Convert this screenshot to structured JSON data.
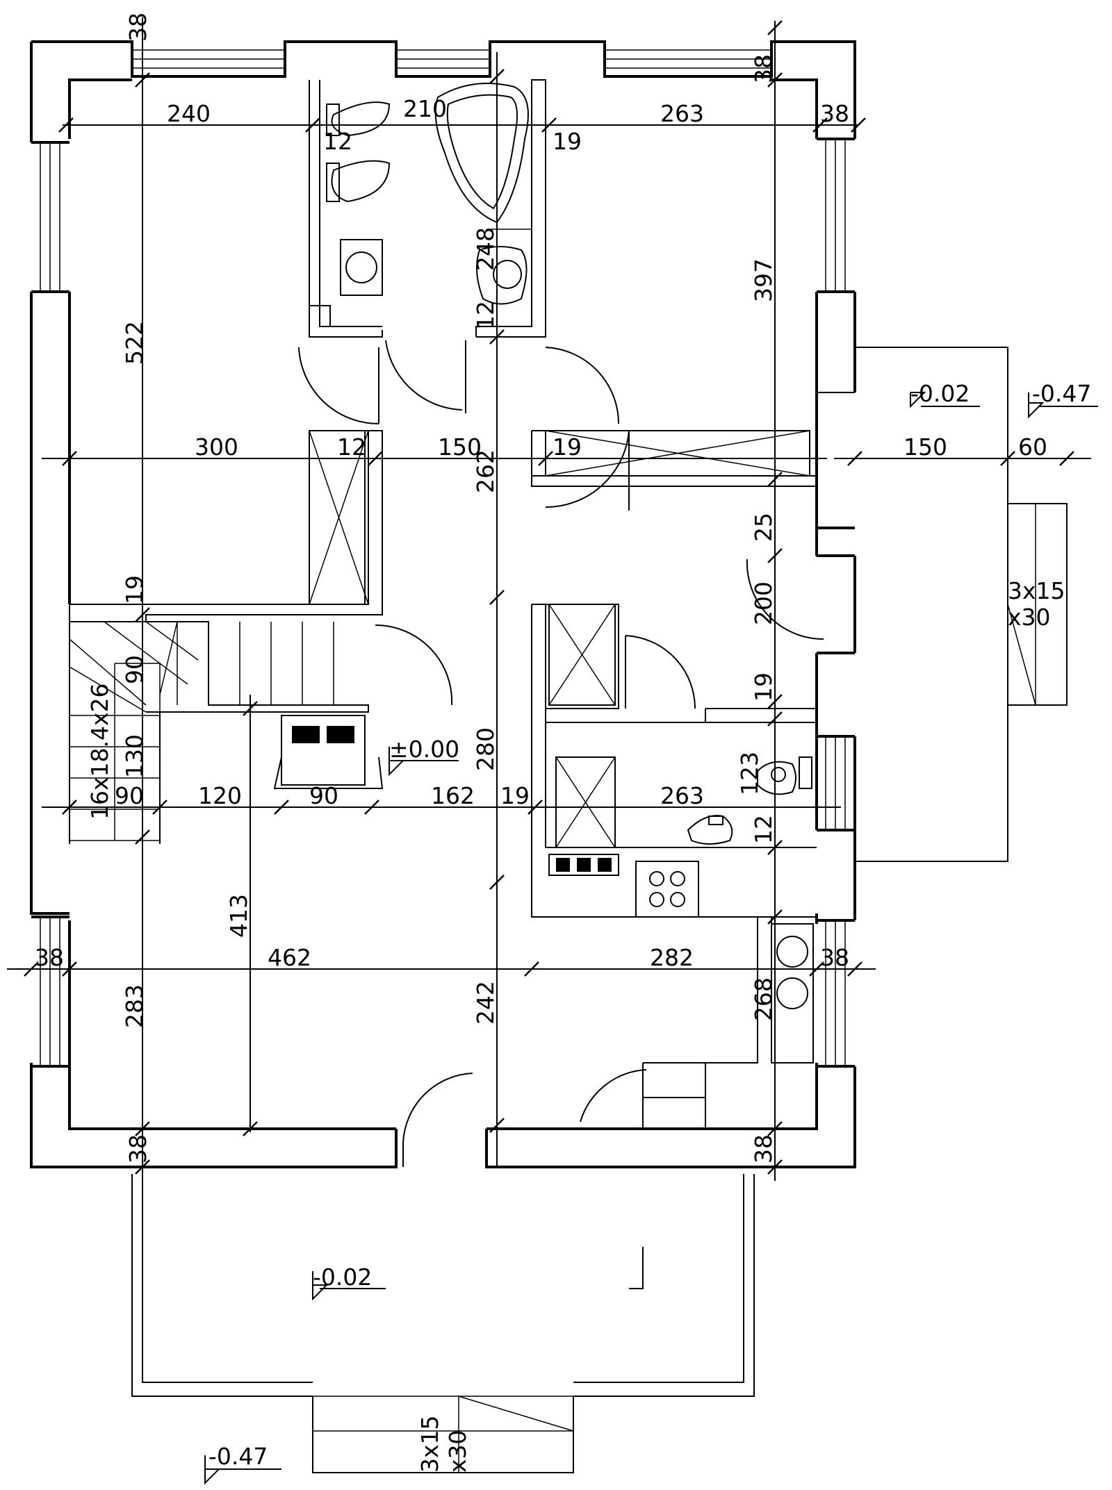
{
  "dims": {
    "d38_tl": "38",
    "d240": "240",
    "d12_bath": "12",
    "d210": "210",
    "d19_top": "19",
    "d263_top": "263",
    "d38_tr": "38",
    "d38_r1": "38",
    "d522": "522",
    "d248": "248",
    "d12_sink": "12",
    "d397": "397",
    "d300": "300",
    "d12_mid": "12",
    "d150": "150",
    "d262": "262",
    "d19_mid": "19",
    "d150_ext": "150",
    "d60": "60",
    "d25": "25",
    "d200": "200",
    "d19_left": "19",
    "d90_stair": "90",
    "d19_wc": "19",
    "d123": "123",
    "d130": "130",
    "d120": "120",
    "d90_mid": "90",
    "d162": "162",
    "d19_b": "19",
    "d263_b": "263",
    "d12_wc": "12",
    "d90_l": "90",
    "d280": "280",
    "d413": "413",
    "d38_l": "38",
    "d462": "462",
    "d282": "282",
    "d268": "268",
    "d38_r": "38",
    "d283": "283",
    "d242": "242",
    "d38_bl": "38",
    "d38_br": "38"
  },
  "stairs_label": "16x18.4x26",
  "steps_side": {
    "a": "3x15",
    "b": "x30"
  },
  "steps_front": {
    "a": "3x15",
    "b": "x30"
  },
  "levels": {
    "terrace_right": "-0.02",
    "ground_right": "-0.47",
    "floor_main": "±0.00",
    "terrace_bottom": "-0.02",
    "ground_bottom": "-0.47"
  }
}
